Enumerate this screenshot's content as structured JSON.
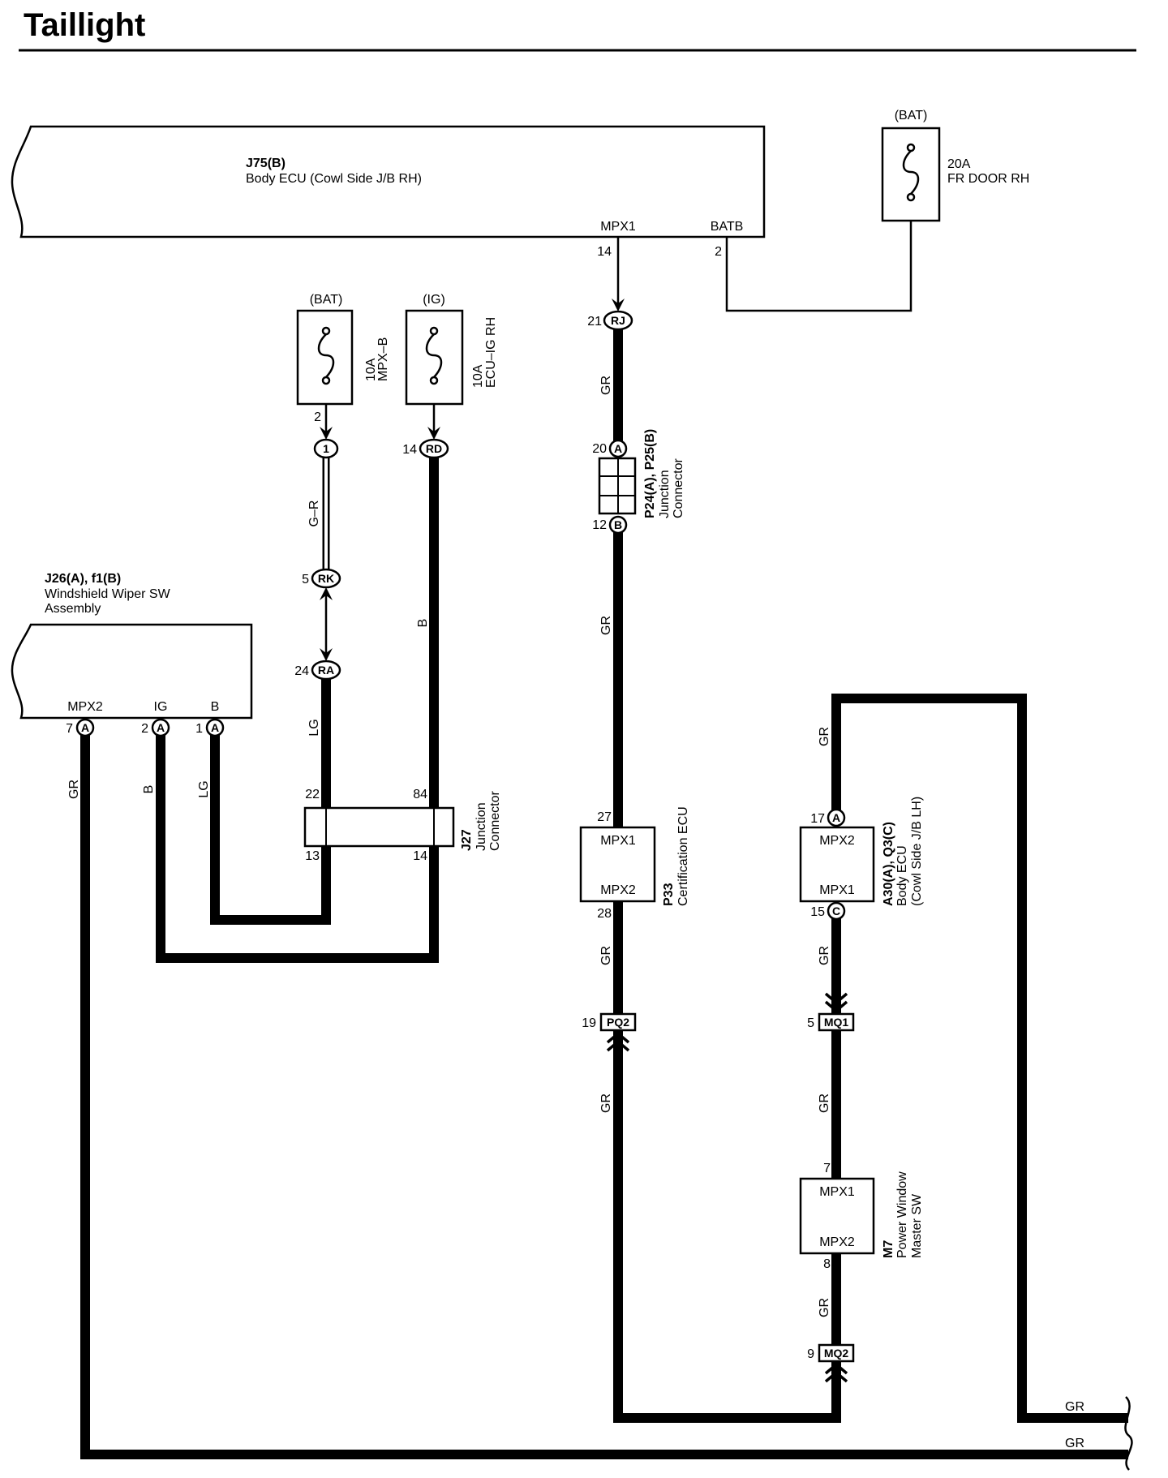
{
  "title": "Taillight",
  "j75": {
    "id": "J75(B)",
    "name": "Body ECU (Cowl Side J/B RH)",
    "term_mpx1": "MPX1",
    "term_batb": "BATB",
    "pin_mpx1": "14",
    "pin_batb": "2"
  },
  "fuse_fr_door": {
    "source": "(BAT)",
    "rating": "20A",
    "name": "FR DOOR RH"
  },
  "fuse_mpx_b": {
    "source": "(BAT)",
    "rating": "10A",
    "name": "MPX–B",
    "pin": "2"
  },
  "fuse_ecu_ig": {
    "source": "(IG)",
    "rating": "10A",
    "name": "ECU–IG RH"
  },
  "conn": {
    "rj": {
      "pin": "21",
      "code": "RJ"
    },
    "c1": {
      "code": "1"
    },
    "rd": {
      "pin": "14",
      "code": "RD"
    },
    "rk": {
      "pin": "5",
      "code": "RK"
    },
    "ra": {
      "pin": "24",
      "code": "RA"
    },
    "p24_a": {
      "pin": "20",
      "code": "A"
    },
    "p25_b": {
      "pin": "12",
      "code": "B"
    },
    "pq2": {
      "pin": "19",
      "code": "PQ2"
    },
    "a30_a": {
      "pin": "17",
      "code": "A"
    },
    "q3_c": {
      "pin": "15",
      "code": "C"
    },
    "mq1": {
      "pin": "5",
      "code": "MQ1"
    },
    "mq2": {
      "pin": "9",
      "code": "MQ2"
    },
    "j26_mpx2": {
      "pin": "7",
      "code": "A"
    },
    "j26_ig": {
      "pin": "2",
      "code": "A"
    },
    "j26_b": {
      "pin": "1",
      "code": "A"
    }
  },
  "j26": {
    "id": "J26(A), f1(B)",
    "name_line1": "Windshield Wiper SW",
    "name_line2": "Assembly",
    "term_mpx2": "MPX2",
    "term_ig": "IG",
    "term_b": "B"
  },
  "j27": {
    "id": "J27",
    "name_line1": "Junction",
    "name_line2": "Connector",
    "pin_in_lg": "22",
    "pin_in_b": "84",
    "pin_out_lg": "13",
    "pin_out_b": "14"
  },
  "p24": {
    "id": "P24(A), P25(B)",
    "name_line1": "Junction",
    "name_line2": "Connector"
  },
  "p33": {
    "id": "P33",
    "name": "Certification ECU",
    "term_top": "MPX1",
    "term_bottom": "MPX2",
    "pin_top": "27",
    "pin_bottom": "28"
  },
  "a30": {
    "id": "A30(A), Q3(C)",
    "name_line1": "Body ECU",
    "name_line2": "(Cowl Side J/B LH)",
    "term_top": "MPX2",
    "term_bottom": "MPX1"
  },
  "m7": {
    "id": "M7",
    "name_line1": "Power Window",
    "name_line2": "Master SW",
    "term_top": "MPX1",
    "term_bottom": "MPX2",
    "pin_top": "7",
    "pin_bottom": "8"
  },
  "wire_colors": {
    "rj_to_p24": "GR",
    "p25_to_p33": "GR",
    "p33_to_pq2": "GR",
    "pq2_to_bus": "GR",
    "c1_to_rk": "G–R",
    "ra_to_j27": "LG",
    "rd_to_j27": "B",
    "j26_mpx2": "GR",
    "j26_ig": "B",
    "j26_b": "LG",
    "a30_top": "GR",
    "a30_to_mq1": "GR",
    "mq1_to_m7": "GR",
    "m7_to_mq2": "GR",
    "right_upper": "GR",
    "right_lower": "GR"
  }
}
